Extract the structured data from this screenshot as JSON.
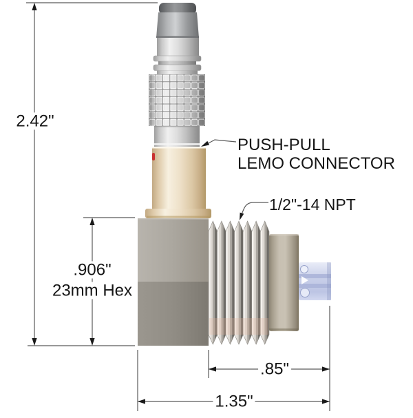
{
  "drawing": {
    "labels": {
      "overall_height": "2.42\"",
      "hex_height": ".906\"",
      "hex_note": "23mm Hex",
      "connector_callout_line1": "PUSH-PULL",
      "connector_callout_line2": "LEMO CONNECTOR",
      "thread_spec": "1/2\"-14 NPT",
      "thread_length": ".85\"",
      "overall_length": "1.35\""
    },
    "colors": {
      "dimension_line": "#5a5a5a",
      "arrowhead": "#1a1a1a",
      "text": "#161616",
      "metal_silver": "#d9d9d9",
      "cap_dark_gray": "#5a5c5e",
      "body_beige": "#ead9c2",
      "index_dot_red": "#c93030",
      "hex_gray_top": "#aba79f",
      "hex_gray_bottom": "#918d85",
      "thread_steel": "#c9c5bf",
      "flange_tan": "#b3ab9b",
      "pin_block_lavender": "#c5cce9"
    }
  }
}
